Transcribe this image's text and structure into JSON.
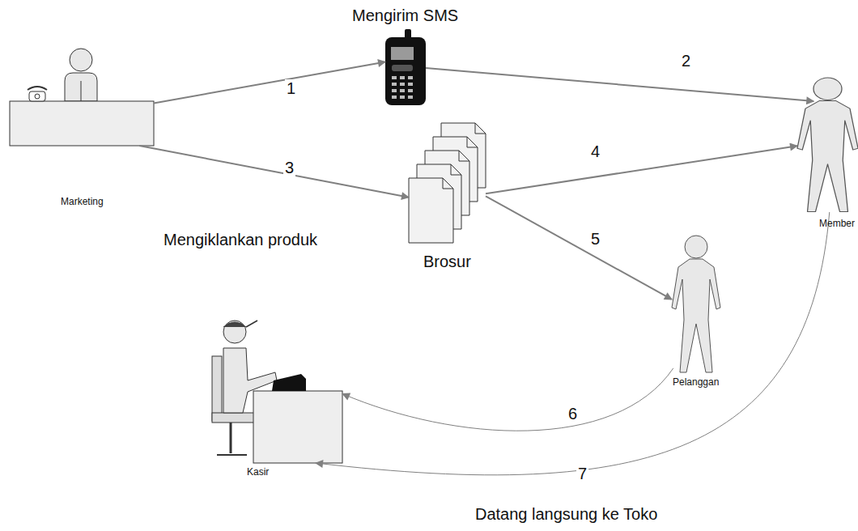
{
  "diagram": {
    "nodes": [
      {
        "text": [
          "Marketing"
        ]
      },
      {
        "text": [
          "Mengirim SMS"
        ]
      },
      {
        "text": [
          "Brosur"
        ]
      },
      {
        "text": [
          "Member"
        ]
      },
      {
        "text": [
          "Pelanggan"
        ]
      },
      {
        "text": [
          "Kasir"
        ]
      }
    ],
    "edges": [
      {
        "from": 0,
        "to": 1,
        "arrow": "to",
        "label": "1"
      },
      {
        "from": 1,
        "to": 3,
        "arrow": "to",
        "label": "2"
      },
      {
        "from": 0,
        "to": 2,
        "arrow": "to",
        "label": "3"
      },
      {
        "from": 2,
        "to": 3,
        "arrow": "to",
        "label": "4"
      },
      {
        "from": 2,
        "to": 4,
        "arrow": "to",
        "label": "5"
      },
      {
        "from": 4,
        "to": 5,
        "arrow": "to",
        "label": "6"
      },
      {
        "from": 3,
        "to": 5,
        "arrow": "to",
        "label": "7"
      }
    ],
    "labels": [
      "Mengiklankan produk",
      "Datang langsung ke Toko"
    ]
  }
}
